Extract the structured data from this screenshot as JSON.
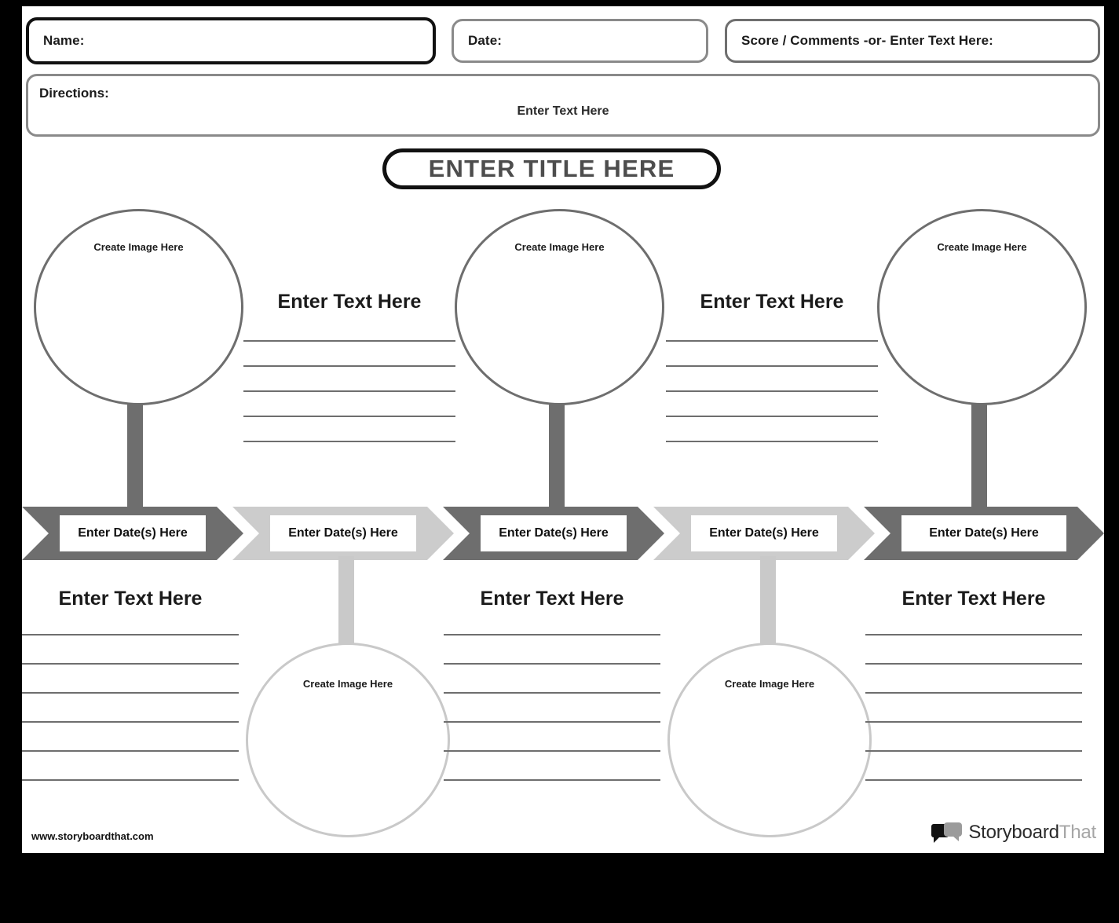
{
  "header": {
    "name_label": "Name:",
    "date_label": "Date:",
    "score_label": "Score / Comments -or- Enter Text Here:",
    "directions_label": "Directions:",
    "directions_placeholder": "Enter Text Here"
  },
  "title": {
    "text": "ENTER TITLE HERE"
  },
  "labels": {
    "create_image": "Create Image Here",
    "enter_text": "Enter Text Here",
    "enter_dates": "Enter Date(s) Here"
  },
  "timeline": {
    "steps": [
      {
        "date_label": "Enter Date(s) Here",
        "tone": "dark",
        "node": "top"
      },
      {
        "date_label": "Enter Date(s) Here",
        "tone": "light",
        "node": "bottom"
      },
      {
        "date_label": "Enter Date(s) Here",
        "tone": "dark",
        "node": "top"
      },
      {
        "date_label": "Enter Date(s) Here",
        "tone": "light",
        "node": "bottom"
      },
      {
        "date_label": "Enter Date(s) Here",
        "tone": "dark",
        "node": "top"
      }
    ]
  },
  "top_circles": [
    {
      "caption": "Create Image Here"
    },
    {
      "caption": "Create Image Here"
    },
    {
      "caption": "Create Image Here"
    }
  ],
  "bottom_circles": [
    {
      "caption": "Create Image Here"
    },
    {
      "caption": "Create Image Here"
    }
  ],
  "top_text_blocks": [
    {
      "heading": "Enter Text Here",
      "lines": 5
    },
    {
      "heading": "Enter Text Here",
      "lines": 5
    }
  ],
  "bottom_text_blocks": [
    {
      "heading": "Enter Text Here",
      "lines": 6
    },
    {
      "heading": "Enter Text Here",
      "lines": 6
    },
    {
      "heading": "Enter Text Here",
      "lines": 6
    }
  ],
  "footer": {
    "url": "www.storyboardthat.com",
    "brand_primary": "Storyboard",
    "brand_secondary": "That"
  },
  "colors": {
    "dark_gray": "#6e6e6e",
    "light_gray": "#cccccc",
    "circle_bottom_stroke": "#c9c9c9",
    "text": "#1b1b1b",
    "title_text": "#4d4d4d",
    "page_frame": "#000000"
  }
}
